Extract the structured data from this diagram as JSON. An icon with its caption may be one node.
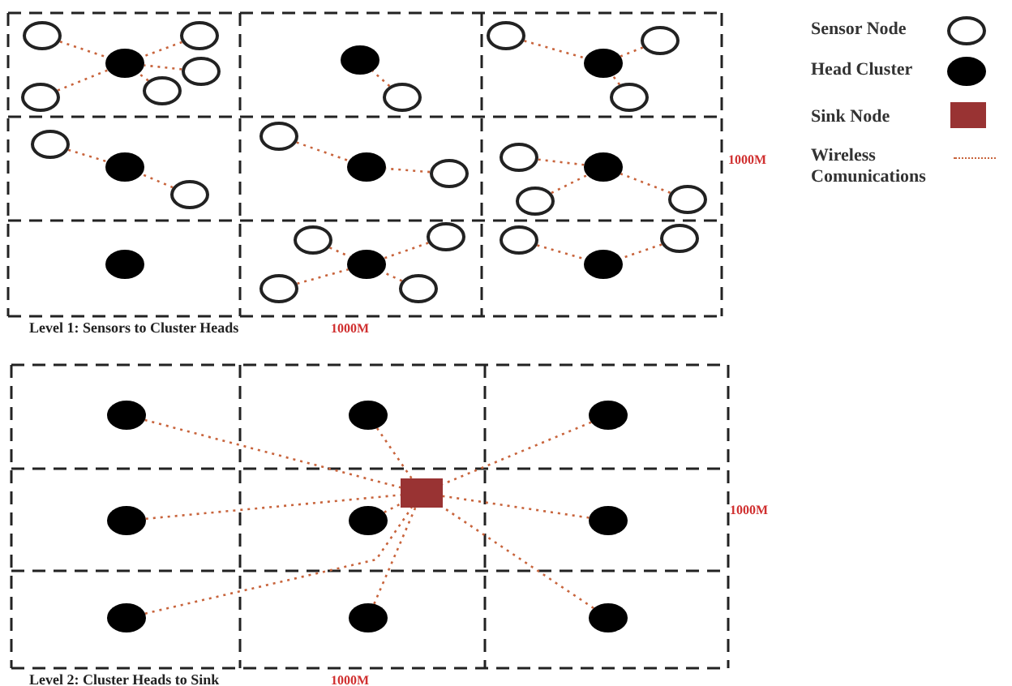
{
  "diagram": {
    "nodes": [
      {
        "text": [],
        "shape": "dot"
      },
      {
        "text": [],
        "shape": "circle"
      },
      {
        "text": [],
        "shape": "circle"
      },
      {
        "text": [],
        "shape": "circle"
      },
      {
        "text": [],
        "shape": "circle"
      },
      {
        "text": [],
        "shape": "circle"
      },
      {
        "text": [],
        "shape": "dot"
      },
      {
        "text": [],
        "shape": "circle"
      },
      {
        "text": [],
        "shape": "dot"
      },
      {
        "text": [],
        "shape": "circle"
      },
      {
        "text": [],
        "shape": "circle"
      },
      {
        "text": [],
        "shape": "circle"
      },
      {
        "text": [],
        "shape": "dot"
      },
      {
        "text": [],
        "shape": "circle"
      },
      {
        "text": [],
        "shape": "circle"
      },
      {
        "text": [],
        "shape": "dot"
      },
      {
        "text": [],
        "shape": "circle"
      },
      {
        "text": [],
        "shape": "circle"
      },
      {
        "text": [],
        "shape": "dot"
      },
      {
        "text": [],
        "shape": "circle"
      },
      {
        "text": [],
        "shape": "circle"
      },
      {
        "text": [],
        "shape": "circle"
      },
      {
        "text": [],
        "shape": "dot"
      },
      {
        "text": [],
        "shape": "dot"
      },
      {
        "text": [],
        "shape": "circle"
      },
      {
        "text": [],
        "shape": "circle"
      },
      {
        "text": [],
        "shape": "circle"
      },
      {
        "text": [],
        "shape": "circle"
      },
      {
        "text": [],
        "shape": "dot"
      },
      {
        "text": [],
        "shape": "circle"
      },
      {
        "text": [],
        "shape": "circle"
      },
      {
        "text": [],
        "shape": "dot"
      },
      {
        "text": [],
        "shape": "dot"
      },
      {
        "text": [],
        "shape": "dot"
      },
      {
        "text": [],
        "shape": "box"
      },
      {
        "text": [],
        "shape": "dot"
      },
      {
        "text": [],
        "shape": "dot"
      },
      {
        "text": [],
        "shape": "dot"
      },
      {
        "text": [],
        "shape": "dot"
      },
      {
        "text": [],
        "shape": "dot"
      },
      {
        "text": [],
        "shape": "dot"
      }
    ],
    "edges": [
      {
        "from": 1,
        "to": 0,
        "arrow": "none"
      },
      {
        "from": 2,
        "to": 0,
        "arrow": "none"
      },
      {
        "from": 3,
        "to": 0,
        "arrow": "none"
      },
      {
        "from": 4,
        "to": 0,
        "arrow": "none"
      },
      {
        "from": 5,
        "to": 0,
        "arrow": "none"
      },
      {
        "from": 7,
        "to": 6,
        "arrow": "none"
      },
      {
        "from": 9,
        "to": 8,
        "arrow": "none"
      },
      {
        "from": 10,
        "to": 8,
        "arrow": "none"
      },
      {
        "from": 11,
        "to": 8,
        "arrow": "none"
      },
      {
        "from": 13,
        "to": 12,
        "arrow": "none"
      },
      {
        "from": 14,
        "to": 12,
        "arrow": "none"
      },
      {
        "from": 16,
        "to": 15,
        "arrow": "none"
      },
      {
        "from": 17,
        "to": 15,
        "arrow": "none"
      },
      {
        "from": 19,
        "to": 18,
        "arrow": "none"
      },
      {
        "from": 20,
        "to": 18,
        "arrow": "none"
      },
      {
        "from": 21,
        "to": 18,
        "arrow": "none"
      },
      {
        "from": 24,
        "to": 23,
        "arrow": "none"
      },
      {
        "from": 25,
        "to": 23,
        "arrow": "none"
      },
      {
        "from": 26,
        "to": 23,
        "arrow": "none"
      },
      {
        "from": 27,
        "to": 23,
        "arrow": "none"
      },
      {
        "from": 29,
        "to": 28,
        "arrow": "none"
      },
      {
        "from": 30,
        "to": 28,
        "arrow": "none"
      },
      {
        "from": 31,
        "to": 34,
        "arrow": "none"
      },
      {
        "from": 32,
        "to": 34,
        "arrow": "none"
      },
      {
        "from": 33,
        "to": 34,
        "arrow": "none"
      },
      {
        "from": 35,
        "to": 34,
        "arrow": "none"
      },
      {
        "from": 36,
        "to": 34,
        "arrow": "none"
      },
      {
        "from": 37,
        "to": 34,
        "arrow": "none"
      },
      {
        "from": 38,
        "to": 34,
        "arrow": "none"
      },
      {
        "from": 39,
        "to": 34,
        "arrow": "none"
      },
      {
        "from": 40,
        "to": 34,
        "arrow": "none"
      }
    ],
    "labels": [
      "1000M",
      "Level 1: Sensors to Cluster Heads",
      "1000M",
      "1000M",
      "Level 2: Cluster Heads to Sink",
      "1000M"
    ],
    "legend": [
      {
        "text": "Sensor Node"
      },
      {
        "text": "Head Cluster"
      },
      {
        "text": "Sink Node",
        "color": "#993333"
      },
      {
        "text": "Wireless Comunications"
      }
    ]
  }
}
